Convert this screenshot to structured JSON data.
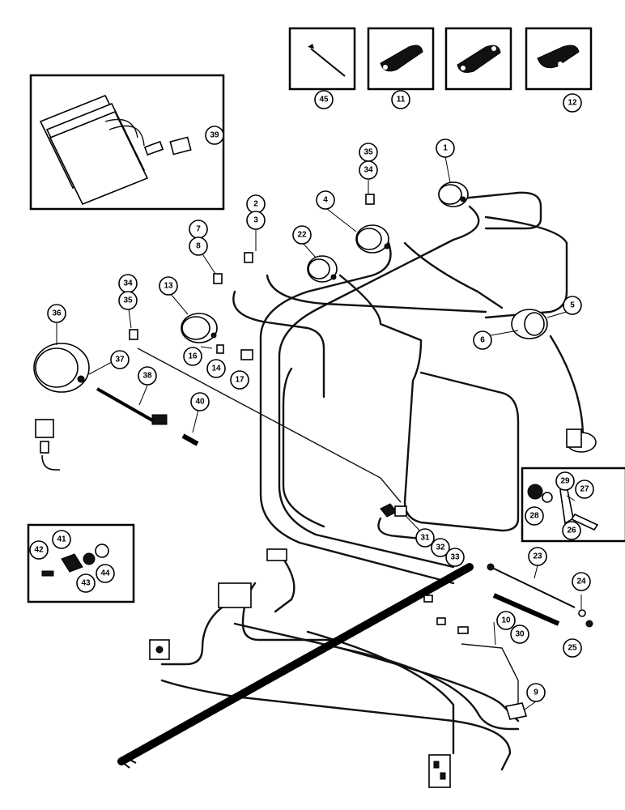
{
  "callouts": [
    {
      "id": "c45",
      "label": "45"
    },
    {
      "id": "c11",
      "label": "11"
    },
    {
      "id": "c12",
      "label": "12"
    },
    {
      "id": "c39",
      "label": "39"
    },
    {
      "id": "c1",
      "label": "1"
    },
    {
      "id": "c35a",
      "label": "35"
    },
    {
      "id": "c34a",
      "label": "34"
    },
    {
      "id": "c4",
      "label": "4"
    },
    {
      "id": "c2",
      "label": "2"
    },
    {
      "id": "c3",
      "label": "3"
    },
    {
      "id": "c22",
      "label": "22"
    },
    {
      "id": "c7",
      "label": "7"
    },
    {
      "id": "c8",
      "label": "8"
    },
    {
      "id": "c34b",
      "label": "34"
    },
    {
      "id": "c35b",
      "label": "35"
    },
    {
      "id": "c13",
      "label": "13"
    },
    {
      "id": "c36",
      "label": "36"
    },
    {
      "id": "c5",
      "label": "5"
    },
    {
      "id": "c6",
      "label": "6"
    },
    {
      "id": "c37",
      "label": "37"
    },
    {
      "id": "c16",
      "label": "16"
    },
    {
      "id": "c14",
      "label": "14"
    },
    {
      "id": "c17",
      "label": "17"
    },
    {
      "id": "c38",
      "label": "38"
    },
    {
      "id": "c40",
      "label": "40"
    },
    {
      "id": "c29",
      "label": "29"
    },
    {
      "id": "c27",
      "label": "27"
    },
    {
      "id": "c28",
      "label": "28"
    },
    {
      "id": "c26",
      "label": "26"
    },
    {
      "id": "c31",
      "label": "31"
    },
    {
      "id": "c32",
      "label": "32"
    },
    {
      "id": "c33",
      "label": "33"
    },
    {
      "id": "c41",
      "label": "41"
    },
    {
      "id": "c42",
      "label": "42"
    },
    {
      "id": "c43",
      "label": "43"
    },
    {
      "id": "c44",
      "label": "44"
    },
    {
      "id": "c23",
      "label": "23"
    },
    {
      "id": "c24",
      "label": "24"
    },
    {
      "id": "c30",
      "label": "30"
    },
    {
      "id": "c25",
      "label": "25"
    },
    {
      "id": "c10",
      "label": "10"
    },
    {
      "id": "c9",
      "label": "9"
    }
  ]
}
